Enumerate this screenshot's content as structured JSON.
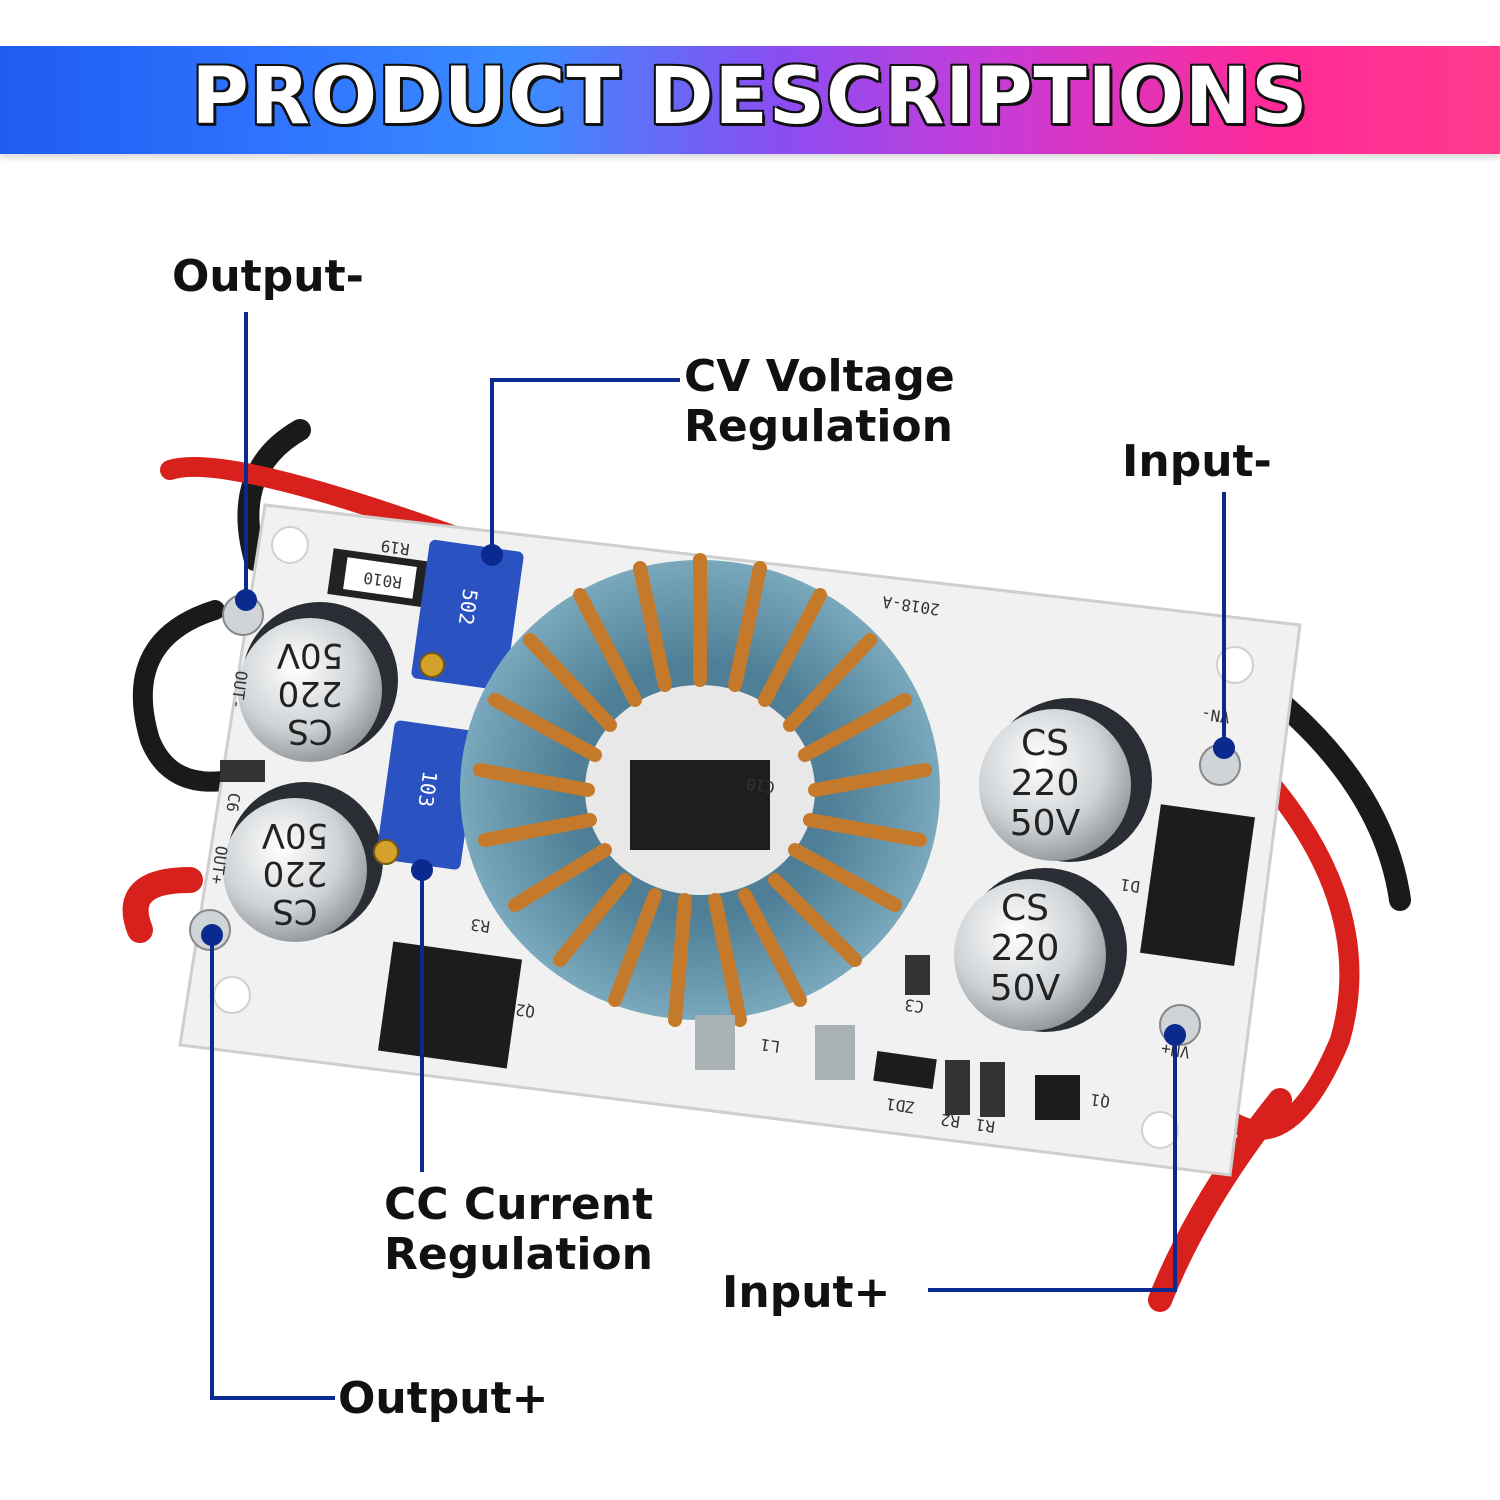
{
  "header": {
    "title": "PRODUCT DESCRIPTIONS"
  },
  "labels": {
    "output_minus": "Output-",
    "cv_line1": "CV Voltage",
    "cv_line2": "Regulation",
    "input_minus": "Input-",
    "cc_line1": "CC Current",
    "cc_line2": "Regulation",
    "input_plus": "Input+",
    "output_plus": "Output+"
  },
  "board": {
    "cap_brand": "CS",
    "cap_value": "220",
    "cap_voltage": "50V",
    "silk_r19": "R19",
    "silk_r010": "R010",
    "silk_date": "2018-A",
    "silk_vin_minus": "VN-",
    "silk_vin_plus": "VN+",
    "silk_out_minus": "OUT-",
    "silk_out_plus": "OUT+",
    "silk_c6": "C6",
    "silk_c3": "C3",
    "silk_c10": "C10",
    "silk_d1": "D1",
    "silk_q1": "Q1",
    "silk_q2": "Q2",
    "silk_l1": "L1",
    "silk_zd1": "ZD1",
    "silk_r1": "R1",
    "silk_r2": "R2",
    "silk_r3": "R3",
    "pot1_code": "502",
    "pot2_code": "103"
  },
  "colors": {
    "leader_line": "#0b2a8f",
    "board": "#f2f2f2",
    "coil": "#c47a2a",
    "core": "#5f90a8",
    "wire_red": "#d8201c",
    "wire_black": "#1a1a1a",
    "pot_blue": "#2a52c0"
  }
}
